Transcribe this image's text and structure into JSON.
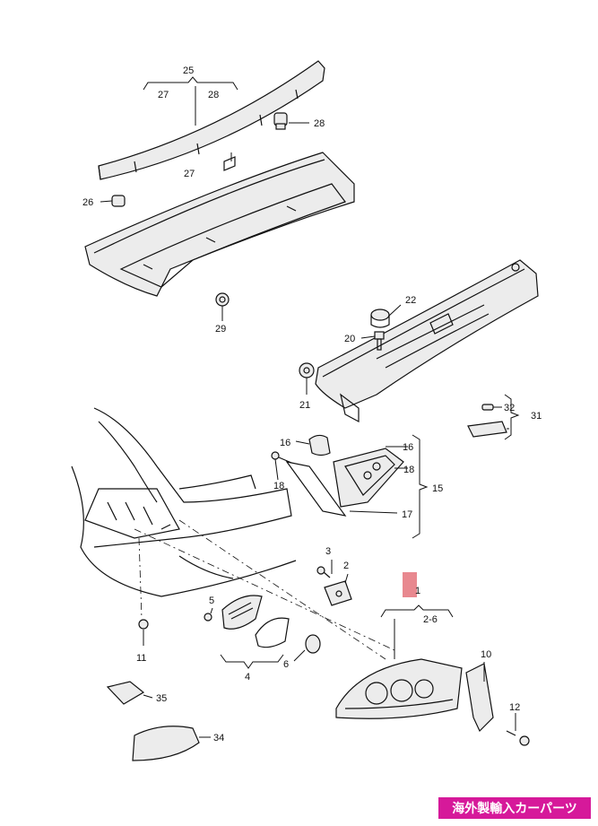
{
  "callouts": {
    "c25": "25",
    "c27a": "27",
    "c28a": "28",
    "c28b": "28",
    "c27b": "27",
    "c26": "26",
    "c29": "29",
    "c22": "22",
    "c20": "20",
    "c21": "21",
    "c32": "32",
    "c31": "31",
    "c16a": "16",
    "c16b": "16",
    "c18a": "18",
    "c18b": "18",
    "c15": "15",
    "c17": "17",
    "c3": "3",
    "c2": "2",
    "c1": "1",
    "c26r": "2-6",
    "c5": "5",
    "c11": "11",
    "c4": "4",
    "c6": "6",
    "c10": "10",
    "c12": "12",
    "c35": "35",
    "c34": "34"
  },
  "highlight_color": "#e8888f",
  "watermark": {
    "text": "海外製輸入カーパーツ",
    "color": "#d6199a"
  }
}
